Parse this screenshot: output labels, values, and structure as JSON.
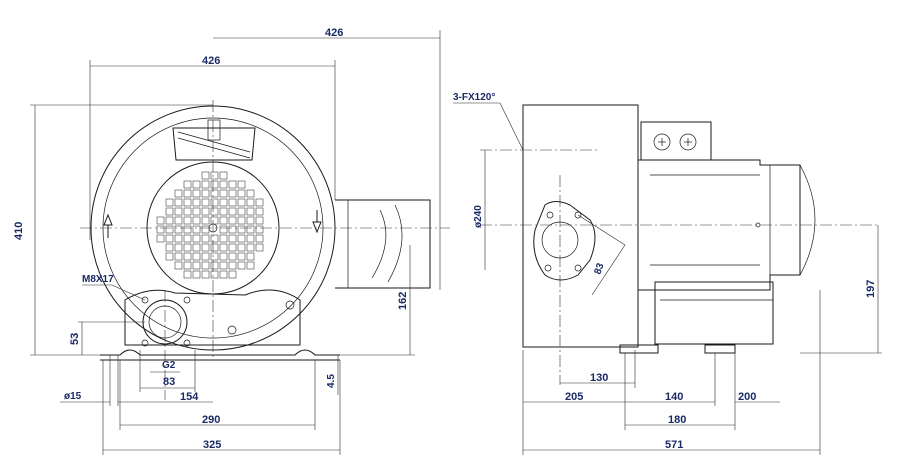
{
  "front_view": {
    "dims": {
      "top_outer": "426",
      "top_inner": "426",
      "height_total": "410",
      "mount_thread": "M8X17",
      "port_thread": "G2",
      "outlet_height": "162",
      "base_to_port": "53",
      "hole_dia": "ø15",
      "port_offset_83": "83",
      "port_offset_154": "154",
      "base_thickness": "4.5",
      "foot_span_290": "290",
      "foot_span_325": "325"
    }
  },
  "side_view": {
    "dims": {
      "bolt_spec": "3-FX120°",
      "flange_dia": "ø240",
      "bolt_radius": "83",
      "flange_offset": "130",
      "center_height": "197",
      "base_205": "205",
      "base_140": "140",
      "base_200": "200",
      "base_180": "180",
      "total_length": "571"
    }
  },
  "colors": {
    "line": "#1a1a1a",
    "dimension_text": "#1a2a66"
  }
}
